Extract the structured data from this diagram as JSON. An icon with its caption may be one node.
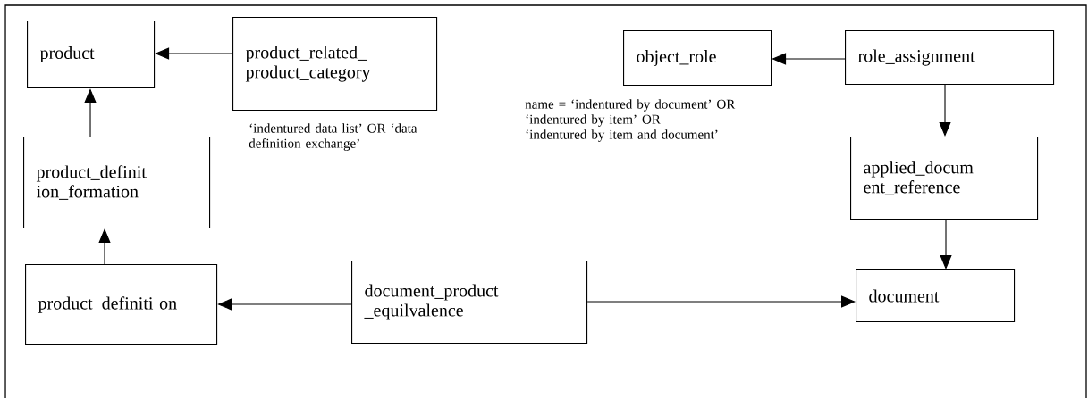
{
  "diagram": {
    "nodes": [
      {
        "text": [
          "product"
        ]
      },
      {
        "text": [
          "product_related_ product_category"
        ],
        "beside": [
          "‘indentured data list’ OR ‘data definition exchange’"
        ]
      },
      {
        "text": [
          "product_definit ion_formation"
        ]
      },
      {
        "text": [
          "product_definiti on"
        ]
      },
      {
        "text": [
          "document_product _equilvalence"
        ]
      },
      {
        "text": [
          "object_role"
        ],
        "beside": [
          "name = ‘indentured by document’ OR",
          "‘indentured by item’ OR",
          "‘indentured by item and document’"
        ]
      },
      {
        "text": [
          "role_assignment"
        ]
      },
      {
        "text": [
          "applied_docum ent_reference"
        ]
      },
      {
        "text": [
          "document"
        ]
      }
    ],
    "edges": [
      {
        "from": 1,
        "to": 0,
        "arrow": "to"
      },
      {
        "from": 2,
        "to": 0,
        "arrow": "to"
      },
      {
        "from": 3,
        "to": 2,
        "arrow": "to"
      },
      {
        "from": 4,
        "to": 3,
        "arrow": "to"
      },
      {
        "from": 4,
        "to": 8,
        "arrow": "to"
      },
      {
        "from": 6,
        "to": 5,
        "arrow": "to"
      },
      {
        "from": 6,
        "to": 7,
        "arrow": "to"
      },
      {
        "from": 7,
        "to": 8,
        "arrow": "to"
      }
    ]
  }
}
